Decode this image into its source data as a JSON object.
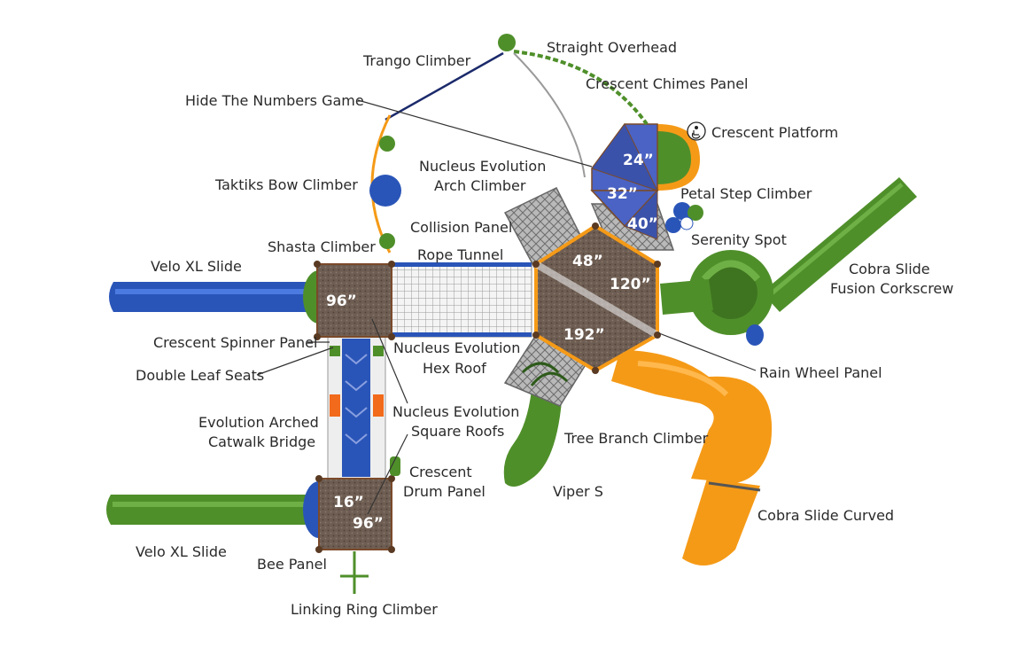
{
  "colors": {
    "green": "#4f8f2a",
    "blue": "#2a55b8",
    "orange": "#f59a17",
    "deck": "#6e5d52",
    "panelBlue": "#4a63c4",
    "grey": "#9a9a9a"
  },
  "labels": {
    "straight_overhead": "Straight Overhead",
    "trango_climber": "Trango Climber",
    "crescent_chimes_panel": "Crescent Chimes Panel",
    "hide_numbers_game": "Hide The Numbers Game",
    "crescent_platform": "Crescent Platform",
    "nucleus_arch_line1": "Nucleus Evolution",
    "nucleus_arch_line2": "Arch Climber",
    "taktiks_bow": "Taktiks Bow Climber",
    "petal_step": "Petal Step Climber",
    "collision_panel": "Collision Panel",
    "serenity_spot": "Serenity Spot",
    "shasta_climber": "Shasta Climber",
    "rope_tunnel": "Rope Tunnel",
    "velo_xl_top": "Velo XL Slide",
    "cobra_fusion_line1": "Cobra Slide",
    "cobra_fusion_line2": "Fusion Corkscrew",
    "crescent_spinner": "Crescent Spinner Panel",
    "hex_roof_line1": "Nucleus Evolution",
    "hex_roof_line2": "Hex Roof",
    "double_leaf": "Double Leaf Seats",
    "rain_wheel": "Rain Wheel Panel",
    "square_roofs_line1": "Nucleus Evolution",
    "square_roofs_line2": "Square Roofs",
    "catwalk_line1": "Evolution Arched",
    "catwalk_line2": "Catwalk Bridge",
    "tree_branch": "Tree Branch Climber",
    "drum_line1": "Crescent",
    "drum_line2": "Drum Panel",
    "viper_s": "Viper S",
    "cobra_curved": "Cobra Slide Curved",
    "velo_xl_bottom": "Velo XL Slide",
    "bee_panel": "Bee Panel",
    "linking_ring": "Linking Ring Climber"
  },
  "heights": {
    "h24": "24”",
    "h32": "32”",
    "h40": "40”",
    "h48": "48”",
    "h120": "120”",
    "h192": "192”",
    "h96_top": "96”",
    "h16": "16”",
    "h96_bottom": "96”"
  }
}
